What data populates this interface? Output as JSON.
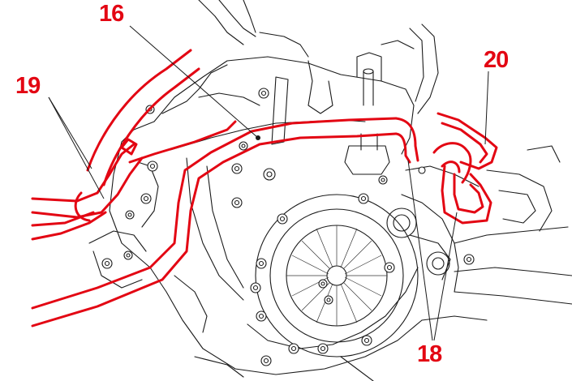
{
  "figure": {
    "callouts": {
      "c16": "16",
      "c18": "18",
      "c19": "19",
      "c20": "20"
    },
    "colors": {
      "highlight": "#e30613",
      "linework": "#1a1a1a",
      "background": "#ffffff"
    }
  }
}
